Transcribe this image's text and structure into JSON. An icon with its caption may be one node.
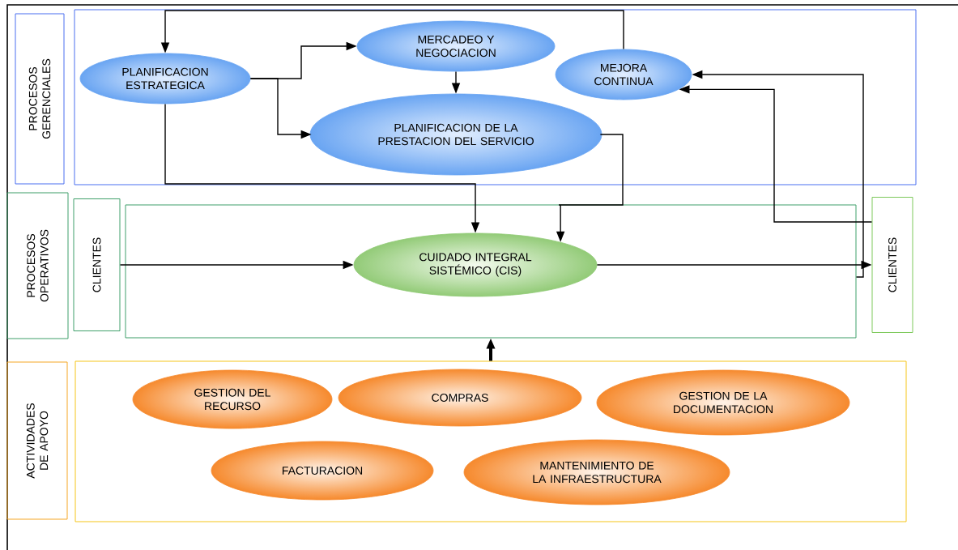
{
  "diagram": {
    "nodes": [
      {
        "text": [
          "PROCESOS GERENCIALES"
        ]
      },
      {
        "text": [],
        "shape": "box"
      },
      {
        "text": [
          "PLANIFICACION ESTRATEGICA"
        ],
        "in": 1
      },
      {
        "text": [
          "MERCADEO Y NEGOCIACION"
        ],
        "in": 1
      },
      {
        "text": [
          "MEJORA CONTINUA"
        ],
        "in": 1
      },
      {
        "text": [
          "PLANIFICACION DE LA PRESTACION DEL SERVICIO"
        ],
        "in": 1
      },
      {
        "text": [
          "PROCESOS OPERATIVOS"
        ]
      },
      {
        "text": [
          "CLIENTES"
        ]
      },
      {
        "text": [],
        "shape": "box"
      },
      {
        "text": [
          "CUIDADO INTEGRAL SISTÉMICO (CIS)"
        ],
        "in": 8
      },
      {
        "text": [
          "CLIENTES"
        ]
      },
      {
        "text": [
          "ACTIVIDADES DE APOYO"
        ]
      },
      {
        "text": [],
        "shape": "box"
      },
      {
        "text": [
          "GESTION DEL RECURSO"
        ],
        "in": 12
      },
      {
        "text": [
          "COMPRAS"
        ],
        "in": 12
      },
      {
        "text": [
          "GESTION DE LA DOCUMENTACION"
        ],
        "in": 12
      },
      {
        "text": [
          "FACTURACION"
        ],
        "in": 12
      },
      {
        "text": [
          "MANTENIMIENTO DE LA INFRAESTRUCTURA"
        ],
        "in": 12
      }
    ],
    "edges": [
      {
        "from": 4,
        "to": 2,
        "arrow": "to"
      },
      {
        "from": 2,
        "to": 3,
        "arrow": "to"
      },
      {
        "from": 2,
        "to": 5,
        "arrow": "to"
      },
      {
        "from": 3,
        "to": 5,
        "arrow": "to"
      },
      {
        "from": 2,
        "to": 9,
        "arrow": "to"
      },
      {
        "from": 5,
        "to": 9,
        "arrow": "to"
      },
      {
        "from": 7,
        "to": 9,
        "arrow": "to"
      },
      {
        "from": 9,
        "to": 10,
        "arrow": "to"
      },
      {
        "from": 10,
        "to": 4,
        "arrow": "to"
      },
      {
        "from": 8,
        "to": 4,
        "arrow": "to"
      },
      {
        "from": 12,
        "to": 8,
        "arrow": "to",
        "style": "thick"
      }
    ]
  }
}
